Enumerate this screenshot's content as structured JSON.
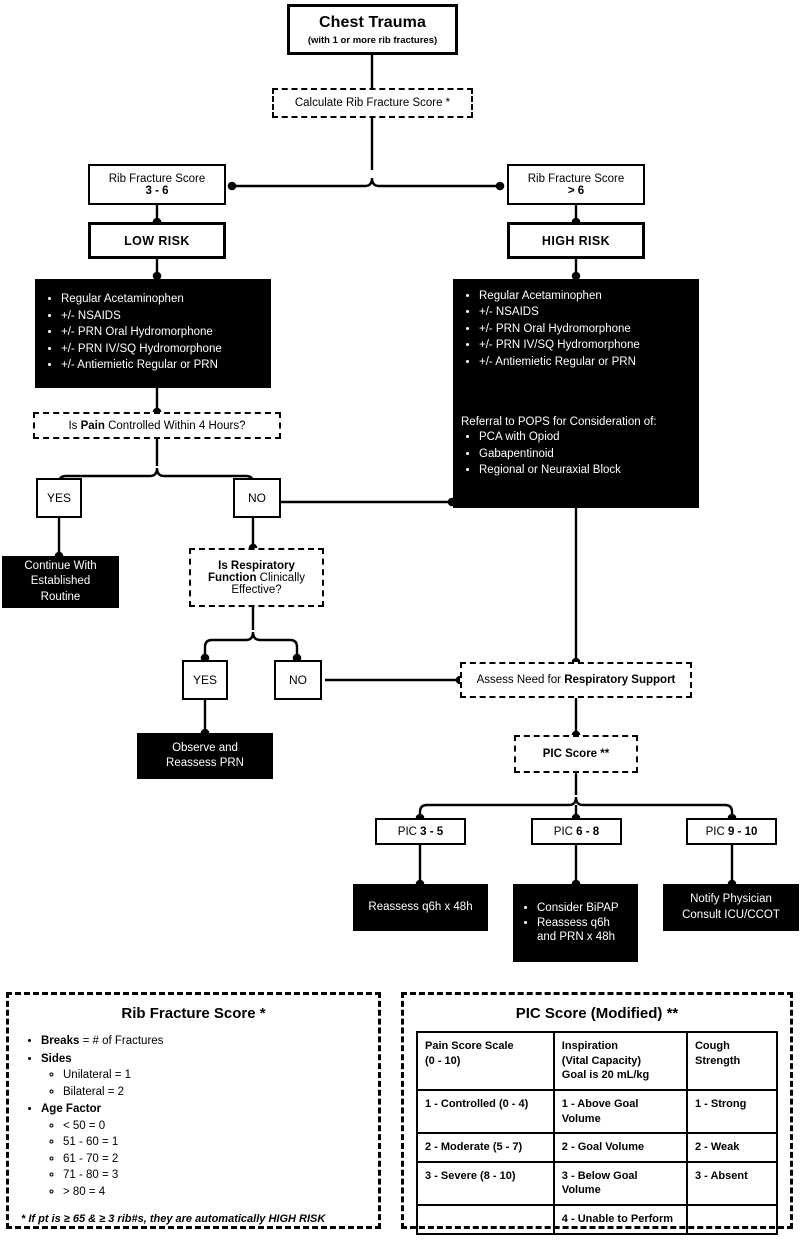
{
  "flow": {
    "chest_trauma": {
      "title": "Chest Trauma",
      "subtitle": "(with 1 or more rib fractures)"
    },
    "calculate": "Calculate Rib Fracture Score *",
    "score_low": {
      "line1": "Rib Fracture Score",
      "line2": "3 - 6"
    },
    "score_high": {
      "line1": "Rib Fracture Score",
      "line2": "> 6"
    },
    "low_risk": "LOW RISK",
    "high_risk": "HIGH RISK",
    "meds": [
      "Regular Acetaminophen",
      "+/- NSAIDS",
      "+/- PRN Oral Hydromorphone",
      "+/- PRN IV/SQ Hydromorphone",
      "+/- Antiemietic Regular or PRN"
    ],
    "referral_heading": "Referral to POPS for Consideration of:",
    "referral_items": [
      "PCA with Opiod",
      "Gabapentinoid",
      "Regional or Neuraxial Block"
    ],
    "pain_question": {
      "pre": "Is ",
      "bold": "Pain",
      "post": " Controlled Within 4 Hours?"
    },
    "yes_label": "YES",
    "no_label": "NO",
    "continue_box": [
      "Continue With",
      "Established",
      "Routine"
    ],
    "resp_question": {
      "l1_bold": "Is Respiratory",
      "l2_bold": "Function",
      "l2_norm": " Clinically",
      "l3": "Effective?"
    },
    "yes_label_2": "YES",
    "no_label_2": "NO",
    "observe_box": [
      "Observe and",
      "Reassess PRN"
    ],
    "assess_resp": {
      "pre": "Assess Need for ",
      "bold": "Respiratory Support"
    },
    "pic_score_node": "PIC Score **",
    "pic_branches": [
      {
        "pre": "PIC ",
        "bold": "3 - 5"
      },
      {
        "pre": "PIC ",
        "bold": "6 - 8"
      },
      {
        "pre": "PIC ",
        "bold": "9 - 10"
      }
    ],
    "pic_outcome_1": "Reassess q6h x 48h",
    "pic_outcome_2": [
      "Consider BiPAP",
      "Reassess q6h and PRN x 48h"
    ],
    "pic_outcome_3": [
      "Notify Physician",
      "Consult ICU/CCOT"
    ]
  },
  "legend_rib": {
    "title": "Rib Fracture Score *",
    "items": [
      {
        "bold": "Breaks",
        "rest": " = # of Fractures",
        "sub": []
      },
      {
        "bold": "Sides",
        "rest": "",
        "sub": [
          "Unilateral = 1",
          "Bilateral = 2"
        ]
      },
      {
        "bold": "Age Factor",
        "rest": "",
        "sub": [
          "< 50 = 0",
          "51 - 60 = 1",
          "61 - 70 = 2",
          "71 - 80 = 3",
          "> 80 = 4"
        ]
      }
    ],
    "footnote": "*  If pt is ≥ 65 & ≥ 3 rib#s, they are automatically HIGH RISK"
  },
  "legend_pic": {
    "title": "PIC Score (Modified) **",
    "headers": [
      "Pain Score Scale\n(0 - 10)",
      "Inspiration\n(Vital Capacity)\nGoal is 20 mL/kg",
      "Cough\nStrength"
    ],
    "rows": [
      [
        "1 - Controlled (0 - 4)",
        "1 - Above Goal Volume",
        "1 - Strong"
      ],
      [
        "2 - Moderate (5 - 7)",
        "2 - Goal Volume",
        "2 - Weak"
      ],
      [
        "3 - Severe (8 - 10)",
        "3 - Below Goal Volume",
        "3 - Absent"
      ],
      [
        "",
        "4 - Unable to Perform",
        ""
      ]
    ]
  },
  "colors": {
    "ink": "#000000",
    "paper": "#ffffff"
  }
}
